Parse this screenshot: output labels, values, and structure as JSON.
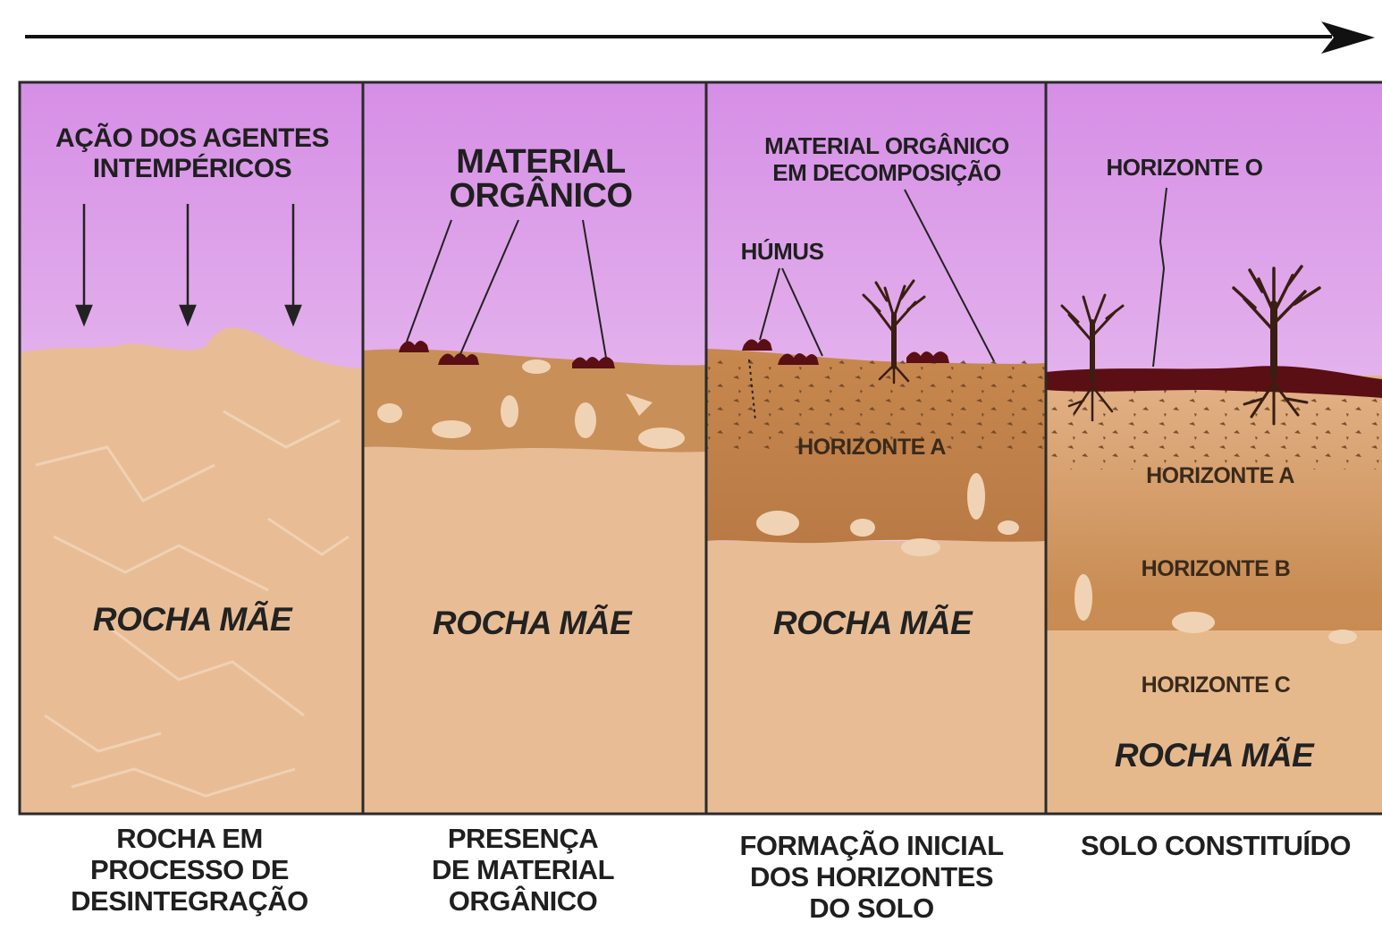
{
  "panels": [
    {
      "rocha": "ROCHA MÃE",
      "caption": "ROCHA EM\nPROCESSO DE\nDESINTEGRAÇÃO",
      "labels": {
        "agentes": "AÇÃO DOS AGENTES\nINTEMPÉRICOS"
      }
    },
    {
      "rocha": "ROCHA MÃE",
      "caption": "PRESENÇA\nDE MATERIAL\nORGÂNICO",
      "labels": {
        "material": "MATERIAL\nORGÂNICO"
      }
    },
    {
      "rocha": "ROCHA MÃE",
      "caption": "FORMAÇÃO INICIAL\nDOS HORIZONTES\nDO SOLO",
      "labels": {
        "decomp": "MATERIAL ORGÂNICO\nEM DECOMPOSIÇÃO",
        "humus": "HÚMUS",
        "horizonte_a": "HORIZONTE A"
      }
    },
    {
      "rocha": "ROCHA MÃE",
      "caption": "SOLO CONSTITUÍDO",
      "labels": {
        "horizonte_o": "HORIZONTE O",
        "horizonte_a": "HORIZONTE A",
        "horizonte_b": "HORIZONTE B",
        "horizonte_c": "HORIZONTE C"
      }
    }
  ],
  "colors": {
    "sky_top": "#d68ee6",
    "sky_bottom": "#f3e6f4",
    "rock": "#e8bd95",
    "rock_light": "#efcfb0",
    "soil_a": "#c98f58",
    "soil_b": "#d9a16a",
    "organic": "#5a0f14"
  }
}
